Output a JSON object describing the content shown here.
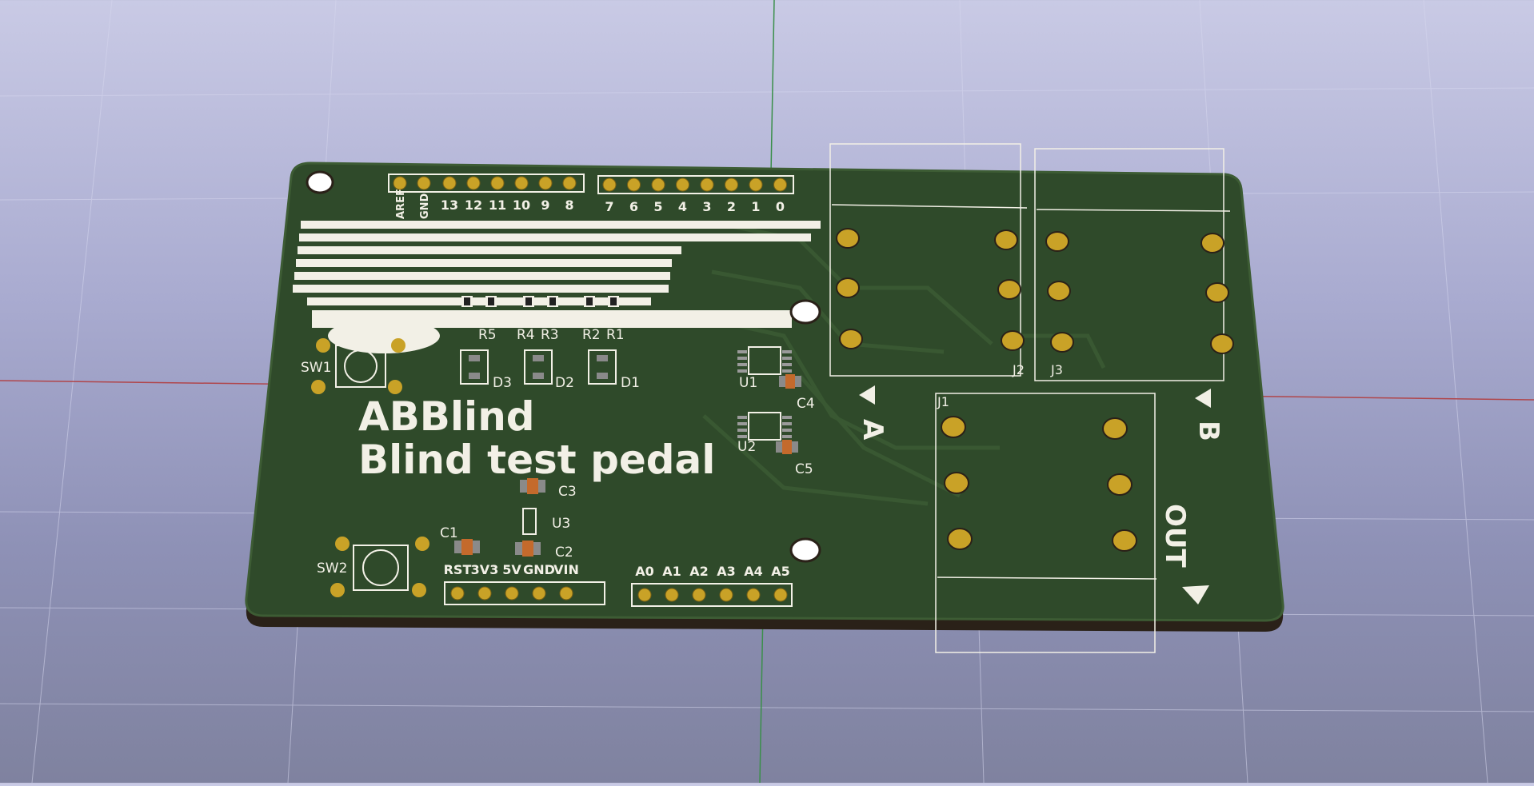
{
  "board": {
    "title_line1": "ABBlind",
    "title_line2": "Blind test pedal"
  },
  "digital_header": {
    "left_labels": [
      "AREF",
      "GND",
      "13",
      "12",
      "11",
      "10",
      "9",
      "8"
    ],
    "right_labels": [
      "7",
      "6",
      "5",
      "4",
      "3",
      "2",
      "1",
      "0"
    ]
  },
  "power_header": {
    "labels": [
      "RST",
      "3V3",
      "5V",
      "GND",
      "VIN"
    ]
  },
  "analog_header": {
    "labels": [
      "A0",
      "A1",
      "A2",
      "A3",
      "A4",
      "A5"
    ]
  },
  "components": {
    "resistors": [
      "R5",
      "R4",
      "R3",
      "R2",
      "R1"
    ],
    "leds": [
      "D3",
      "D2",
      "D1"
    ],
    "ics": [
      "U1",
      "U2",
      "U3"
    ],
    "caps": [
      "C1",
      "C2",
      "C3",
      "C4",
      "C5"
    ],
    "switches": [
      "SW1",
      "SW2"
    ],
    "jacks": [
      "J1",
      "J2",
      "J3"
    ]
  },
  "jack_labels": {
    "a": "A",
    "b": "B",
    "out": "OUT"
  },
  "colors": {
    "board": "#2f4a2a",
    "silkscreen": "#f2f0e6",
    "pad_gold": "#c9a227",
    "background_top": "#c9cae5",
    "background_bottom": "#7f829f"
  }
}
